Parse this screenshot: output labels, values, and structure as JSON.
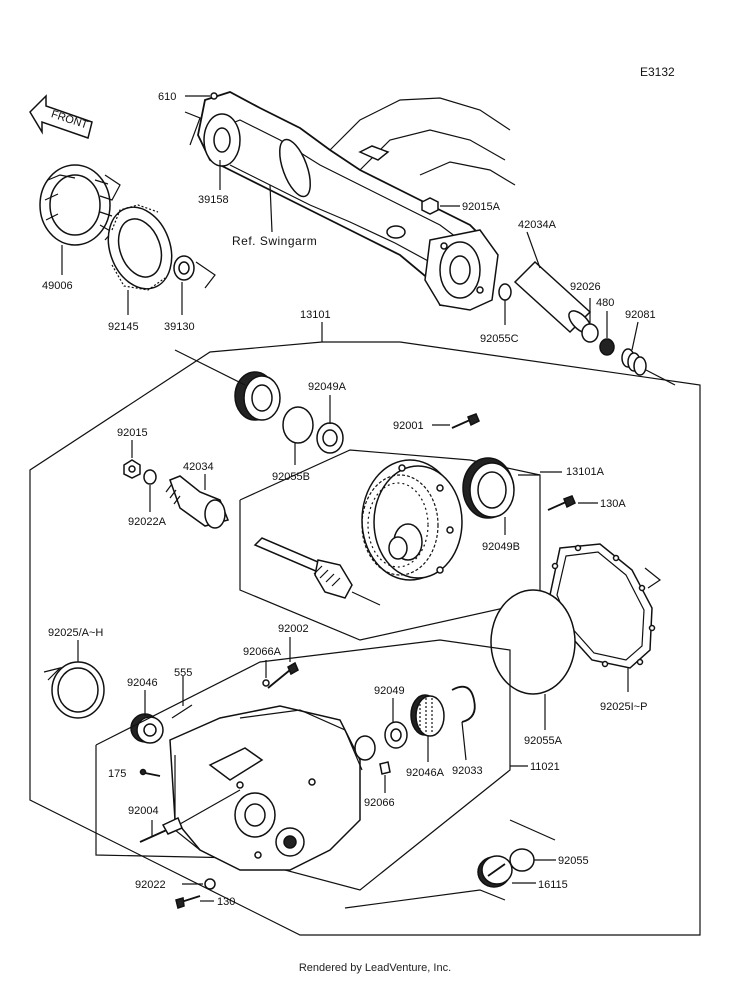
{
  "diagram_code": "E3132",
  "front_label": "FRONT",
  "swingarm_ref": "Ref. Swingarm",
  "footer": "Rendered by LeadVenture, Inc.",
  "parts": {
    "p610": "610",
    "p39158": "39158",
    "p49006": "49006",
    "p92145": "92145",
    "p39130": "39130",
    "p13101": "13101",
    "p92015A": "92015A",
    "p42034A": "42034A",
    "p92026": "92026",
    "p480": "480",
    "p92081": "92081",
    "p92055C": "92055C",
    "p92049A": "92049A",
    "p92055B": "92055B",
    "p92001": "92001",
    "p92015": "92015",
    "p42034": "42034",
    "p92022A": "92022A",
    "p13101A": "13101A",
    "p130A": "130A",
    "p92049B": "92049B",
    "p92025AH": "92025/A~H",
    "p92002": "92002",
    "p92066A": "92066A",
    "p555": "555",
    "p92046": "92046",
    "p92049": "92049",
    "p92046A": "92046A",
    "p92033": "92033",
    "p92055A": "92055A",
    "p92025IP": "92025I~P",
    "p175": "175",
    "p92066": "92066",
    "p11021": "11021",
    "p92004": "92004",
    "p92022": "92022",
    "p130": "130",
    "p92055": "92055",
    "p16115": "16115"
  }
}
